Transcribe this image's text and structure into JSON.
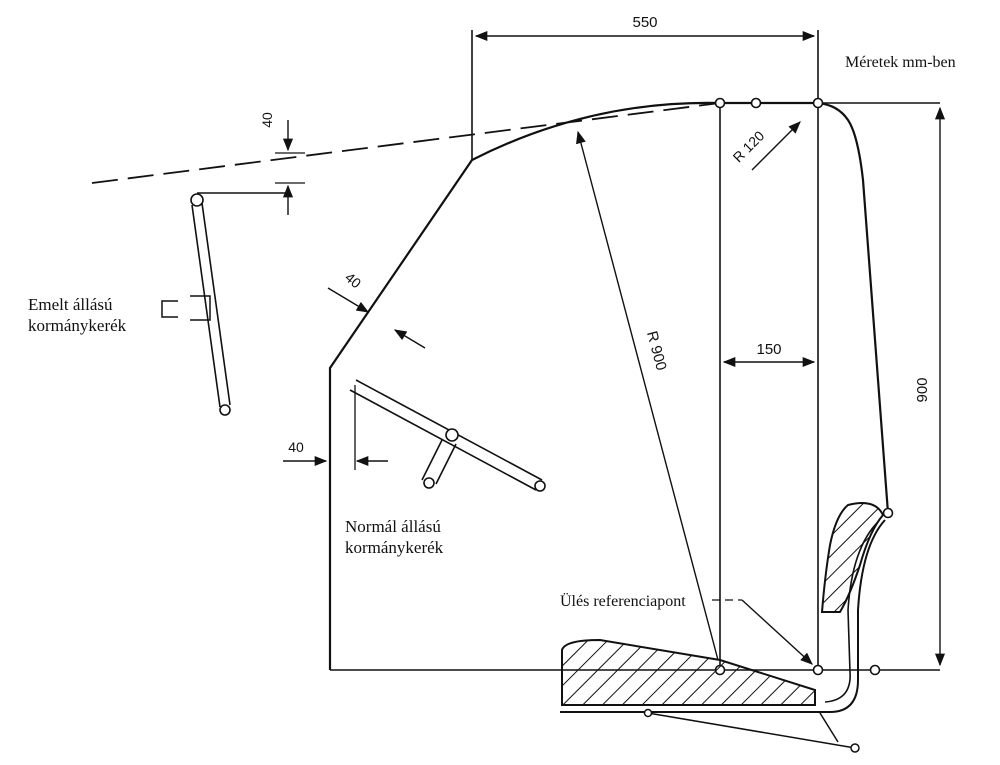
{
  "units_note": "Méretek mm-ben",
  "labels": {
    "raised_wheel_line1": "Emelt állású",
    "raised_wheel_line2": "kormánykerék",
    "normal_wheel_line1": "Normál állású",
    "normal_wheel_line2": "kormánykerék",
    "seat_reference": "Ülés referenciapont"
  },
  "dimensions": {
    "top_width": "550",
    "height": "900",
    "inner_offset": "150",
    "upper_clearance": "40",
    "diagonal_clearance": "40",
    "lower_clearance": "40",
    "radius_large": "R 900",
    "radius_small": "R 120"
  },
  "colors": {
    "ink": "#111111",
    "background": "#ffffff"
  }
}
